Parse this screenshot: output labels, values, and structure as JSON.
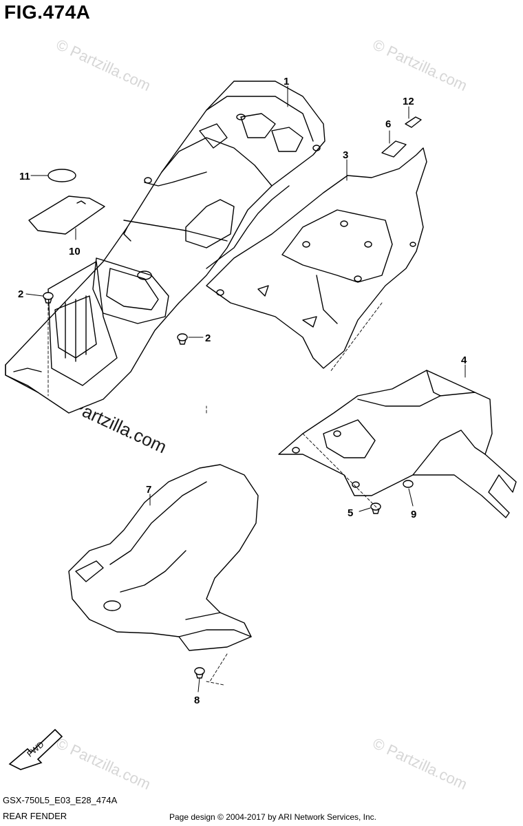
{
  "figure": {
    "title": "FIG.474A"
  },
  "watermark": {
    "text": "© Partzilla.com"
  },
  "footer": {
    "code": "GSX-750L5_E03_E28_474A",
    "name": "REAR FENDER",
    "copyright": "Page design © 2004-2017 by ARI Network Services, Inc."
  },
  "fwd_label": "FWD",
  "callouts": [
    {
      "id": "c1",
      "label": "1"
    },
    {
      "id": "c2a",
      "label": "2"
    },
    {
      "id": "c2b",
      "label": "2"
    },
    {
      "id": "c3",
      "label": "3"
    },
    {
      "id": "c4",
      "label": "4"
    },
    {
      "id": "c5",
      "label": "5"
    },
    {
      "id": "c6",
      "label": "6"
    },
    {
      "id": "c7",
      "label": "7"
    },
    {
      "id": "c8",
      "label": "8"
    },
    {
      "id": "c9",
      "label": "9"
    },
    {
      "id": "c10",
      "label": "10"
    },
    {
      "id": "c11",
      "label": "11"
    },
    {
      "id": "c12",
      "label": "12"
    }
  ]
}
